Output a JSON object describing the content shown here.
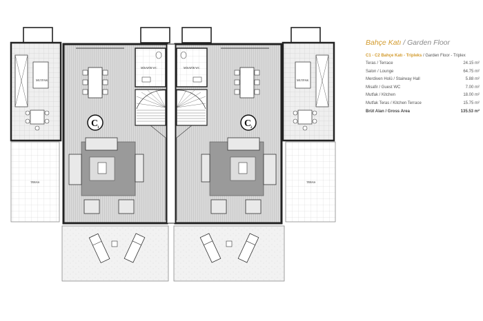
{
  "legend": {
    "title_tr": "Bahçe Katı",
    "title_sep": "/",
    "title_en": "Garden Floor",
    "subtitle_tr": "C1 - C2 Bahçe Katı - Tripleks",
    "subtitle_en": " / Garden Floor - Triplex",
    "rows": [
      {
        "label": "Teras / Terrace",
        "value": "24.15 m²"
      },
      {
        "label": "Salon / Lounge",
        "value": "64.75 m²"
      },
      {
        "label": "Merdiven Holü / Stairway Hall",
        "value": "5.88 m²"
      },
      {
        "label": "Misafir / Guest WC",
        "value": "7.00 m²"
      },
      {
        "label": "Mutfak / Kitchen",
        "value": "18.00 m²"
      },
      {
        "label": "Mutfak Teras / Kitchen Terrace",
        "value": "15.75 m²"
      }
    ],
    "total": {
      "label": "Brüt Alan / Gross Area",
      "value": "135.53 m²"
    }
  },
  "plan": {
    "unit_left_label": "C",
    "unit_left_sub": "1",
    "unit_right_label": "C",
    "unit_right_sub": "2",
    "room_labels": {
      "kitchen": "MUTFAK",
      "guest_wc": "MİSAFİR WC",
      "terrace": "TERAS"
    }
  }
}
